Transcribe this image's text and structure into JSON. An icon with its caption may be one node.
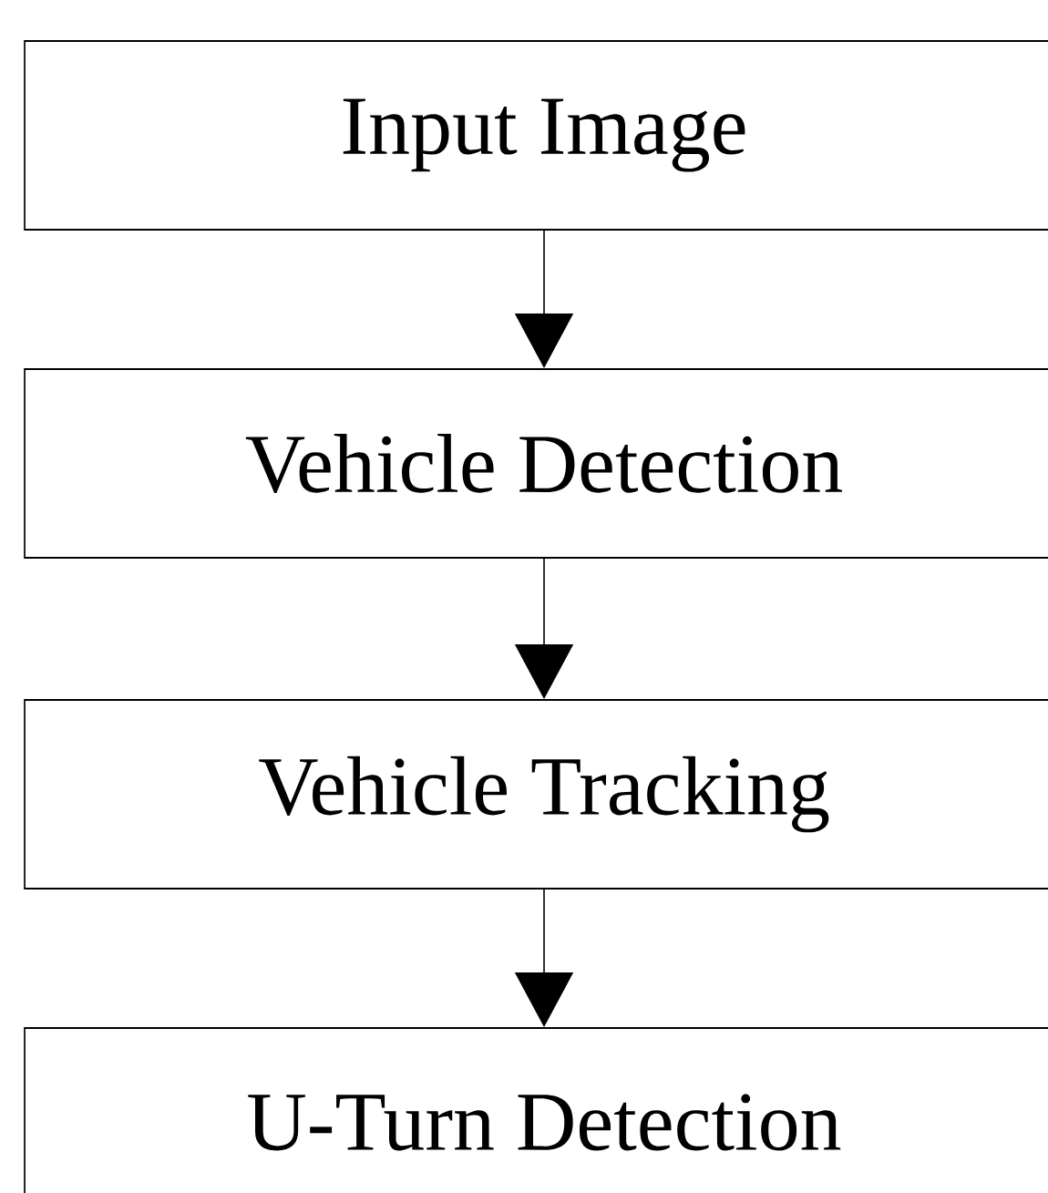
{
  "diagram": {
    "nodes": [
      {
        "text": [
          "Input Image"
        ]
      },
      {
        "text": [
          "Vehicle Detection"
        ]
      },
      {
        "text": [
          "Vehicle Tracking"
        ]
      },
      {
        "text": [
          "U-Turn Detection"
        ]
      }
    ],
    "edges": [
      {
        "from": 0,
        "to": 1,
        "arrow": "to"
      },
      {
        "from": 1,
        "to": 2,
        "arrow": "to"
      },
      {
        "from": 2,
        "to": 3,
        "arrow": "to"
      }
    ]
  }
}
